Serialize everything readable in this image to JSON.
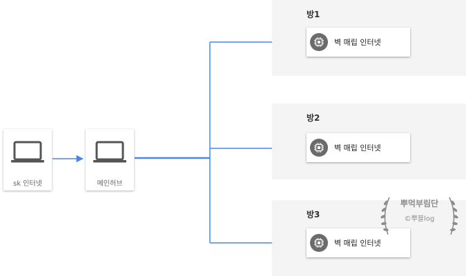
{
  "source": {
    "label": "sk 인터넷",
    "icon": "laptop-icon"
  },
  "hub": {
    "label": "메인허브",
    "icon": "laptop-icon"
  },
  "rooms": [
    {
      "title": "방1",
      "device": {
        "label": "벽 매립 인터넷",
        "icon": "chip-icon"
      }
    },
    {
      "title": "방2",
      "device": {
        "label": "벽 매립 인터넷",
        "icon": "chip-icon"
      }
    },
    {
      "title": "방3",
      "device": {
        "label": "벽 매립 인터넷",
        "icon": "chip-icon"
      }
    }
  ],
  "watermark": {
    "title": "뿌먹부림단",
    "credit": "©뿌블log"
  },
  "colors": {
    "connector": "#4a86e8",
    "room_background": "#f4f4f4",
    "icon_gray": "#6b6b6b"
  }
}
